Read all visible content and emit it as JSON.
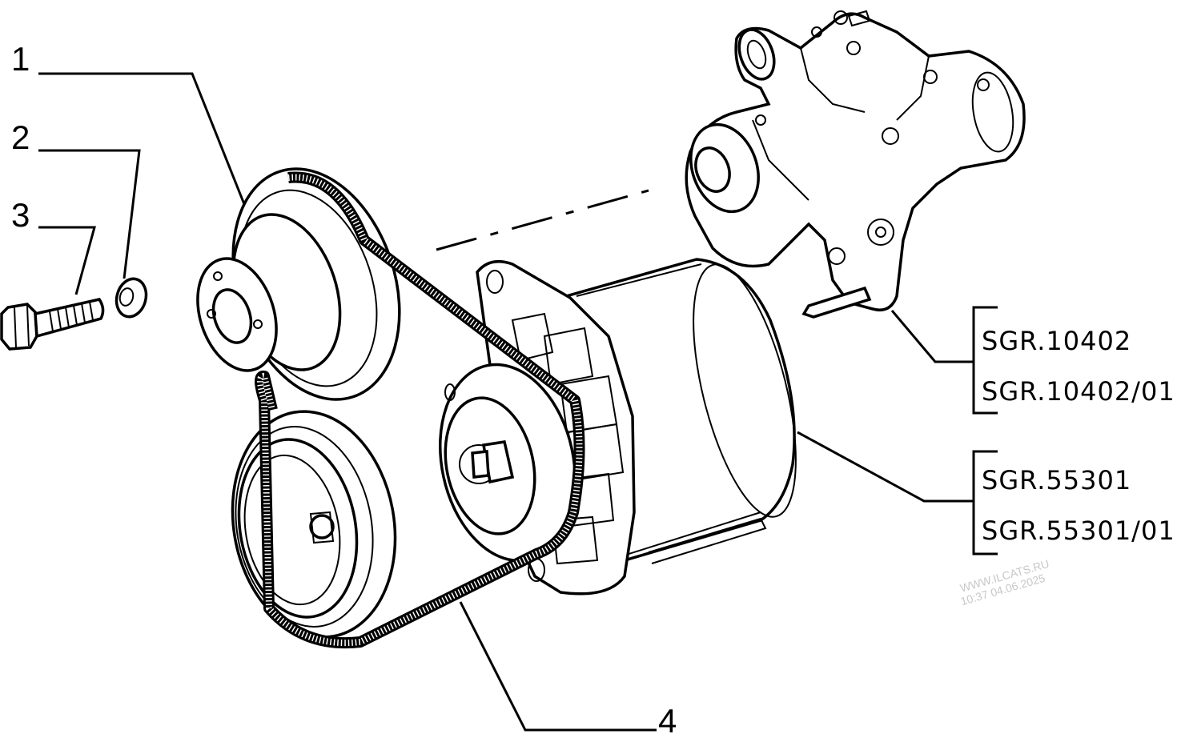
{
  "callouts": [
    {
      "number": "1"
    },
    {
      "number": "2"
    },
    {
      "number": "3"
    },
    {
      "number": "4"
    }
  ],
  "references": {
    "water_pump": [
      "SGR.10402",
      "SGR.10402/01"
    ],
    "alternator": [
      "SGR.55301",
      "SGR.55301/01"
    ]
  },
  "watermark": {
    "line1": "WWW.ILCATS.RU",
    "line2": "10:37 04.06.2025"
  }
}
